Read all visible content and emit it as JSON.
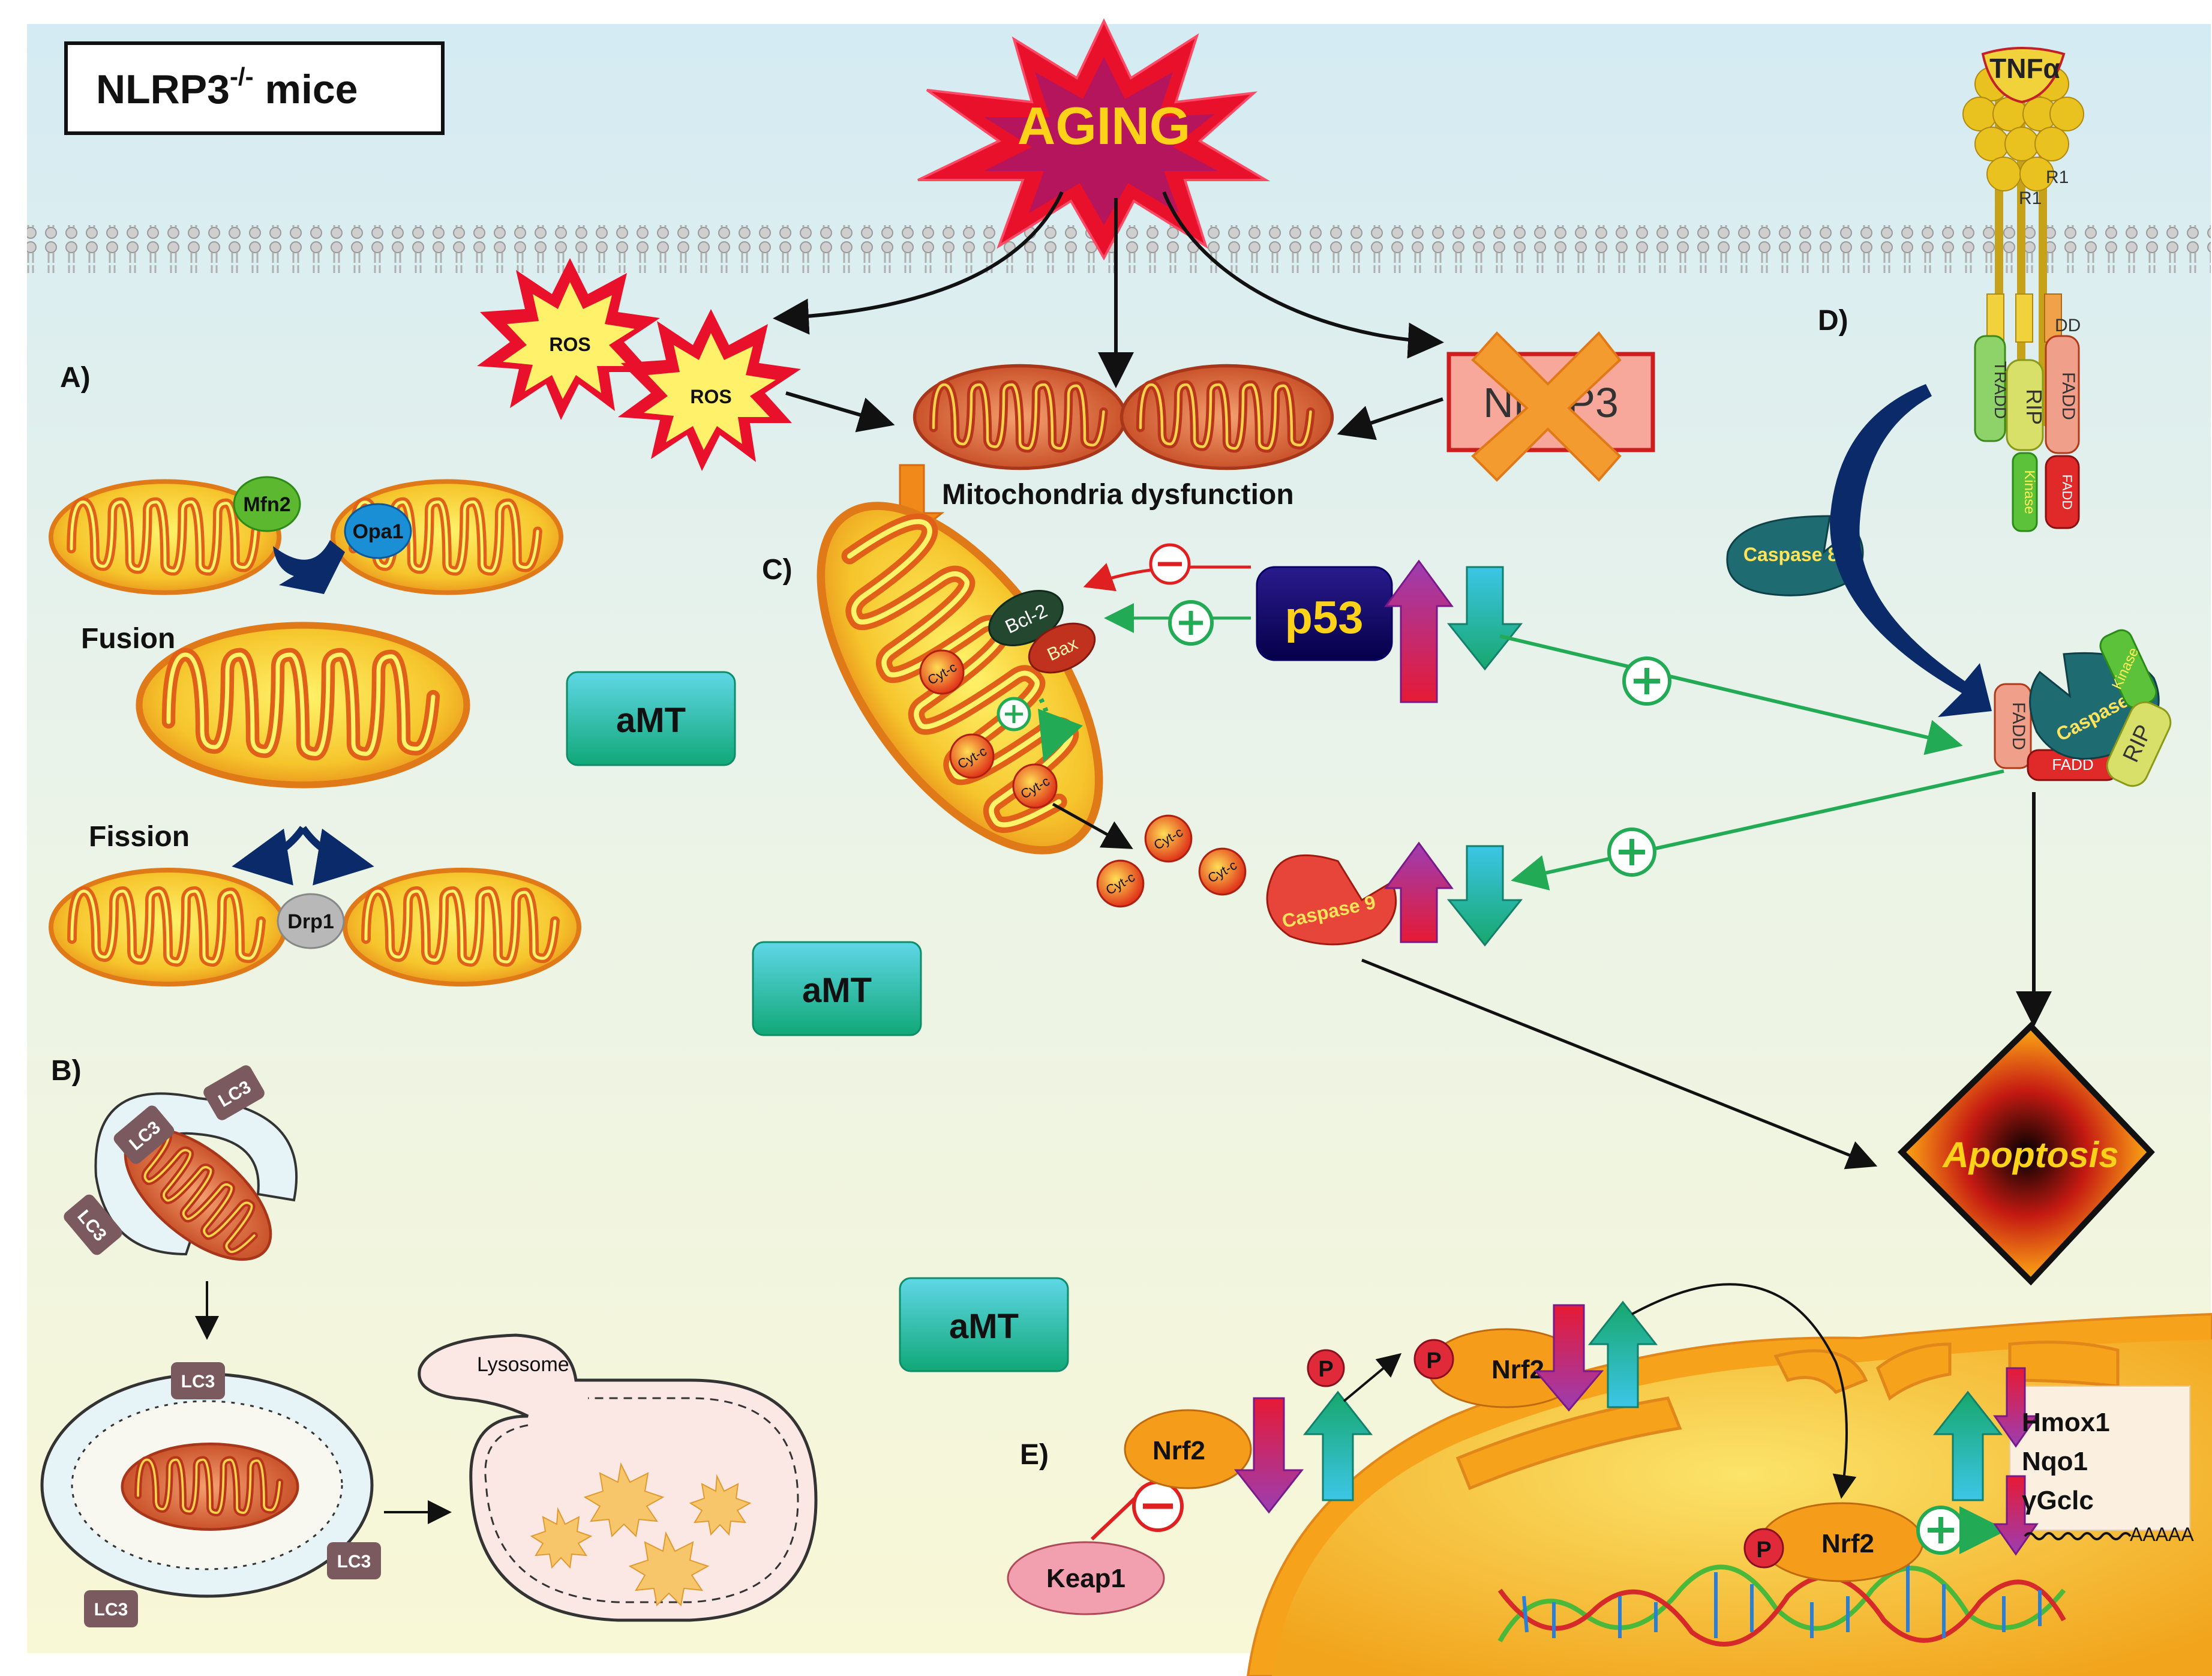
{
  "title": {
    "main": "NLRP3",
    "sup": "-/-",
    "suffix": " mice"
  },
  "aging": "AGING",
  "ros": [
    "ROS",
    "ROS"
  ],
  "nlrp3_blocked": "NLRP3",
  "mito_dysfunction": "Mitochondria dysfunction",
  "panels": {
    "a": "A)",
    "b": "B)",
    "c": "C)",
    "d": "D)",
    "e": "E)"
  },
  "fusion": {
    "label": "Fusion",
    "mfn2": "Mfn2",
    "opa1": "Opa1"
  },
  "fission": {
    "label": "Fission",
    "drp1": "Drp1"
  },
  "amt": [
    "aMT",
    "aMT",
    "aMT"
  ],
  "mitophagy": {
    "lc3": "LC3",
    "lysosome": "Lysosome"
  },
  "apoptosis_path": {
    "bcl2": "Bcl-2",
    "bax": "Bax",
    "cytc": "Cyt-c",
    "p53": "p53",
    "caspase9": "Caspase 9",
    "caspase8": "Caspase 8",
    "apoptosis": "Apoptosis"
  },
  "receptor": {
    "tnfa": "TNFα",
    "r1": "R1",
    "tradd": "TRADD",
    "rip": "RIP",
    "fadd": "FADD",
    "kinase": "Kinase",
    "dd": "DD"
  },
  "nrf2_path": {
    "keap1": "Keap1",
    "nrf2": "Nrf2",
    "p": "P",
    "genes": [
      "Hmox1",
      "Nqo1",
      "γGclc"
    ],
    "polya": "AAAAA"
  },
  "colors": {
    "bg_top": "#d8ecf3",
    "bg_bottom": "#f7f8dc",
    "mito_outer": "#f2b632",
    "mito_inner": "#e06a18",
    "amt_fill": "#1bb59a",
    "green_arrow": "#22aa55",
    "red_arrow": "#e02020",
    "nucleus": "#f4a81c"
  }
}
